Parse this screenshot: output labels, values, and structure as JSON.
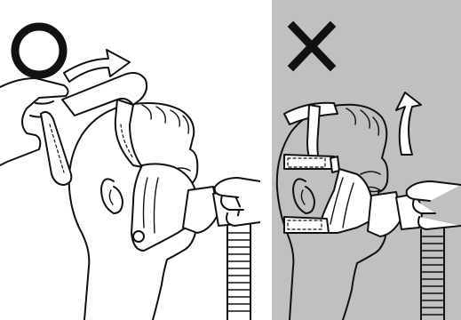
{
  "panels": [
    {
      "verdict": "correct",
      "symbol": "circle-o",
      "arrow": "right",
      "background": "#ffffff"
    },
    {
      "verdict": "incorrect",
      "symbol": "cross-x",
      "arrow": "up",
      "background": "#c0c0c0"
    }
  ],
  "colors": {
    "ink": "#111111",
    "paper": "#ffffff",
    "incorrect_background": "#c0c0c0"
  }
}
